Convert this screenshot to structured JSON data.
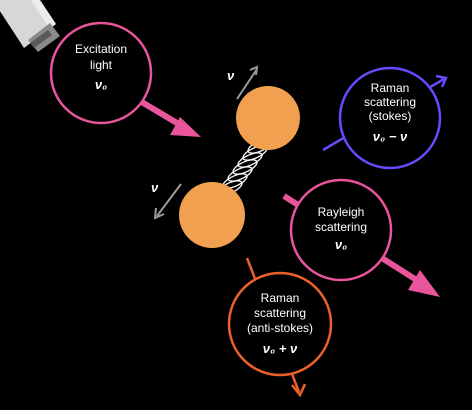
{
  "colors": {
    "background": "#000000",
    "excitation": "#e8559b",
    "stokes": "#6b48ff",
    "rayleigh": "#e8559b",
    "anti_stokes": "#ea6129",
    "atom": "#f0a04f",
    "vibration_arrow": "#9a9a9a",
    "spring": "#ffffff"
  },
  "icons": {
    "light_source": "laser-tube-icon",
    "bond": "spring-icon"
  },
  "excitation": {
    "label_line1": "Excitation",
    "label_line2": "light",
    "symbol": "ν₀"
  },
  "molecule": {
    "vibration_symbol_top": "ν",
    "vibration_symbol_bottom": "ν"
  },
  "stokes": {
    "label_line1": "Raman",
    "label_line2": "scattering",
    "label_line3": "(stokes)",
    "symbol": "ν₀ − ν"
  },
  "rayleigh": {
    "label_line1": "Rayleigh",
    "label_line2": "scattering",
    "symbol": "ν₀"
  },
  "anti_stokes": {
    "label_line1": "Raman",
    "label_line2": "scattering",
    "label_line3": "(anti-stokes)",
    "symbol": "ν₀ + ν"
  }
}
